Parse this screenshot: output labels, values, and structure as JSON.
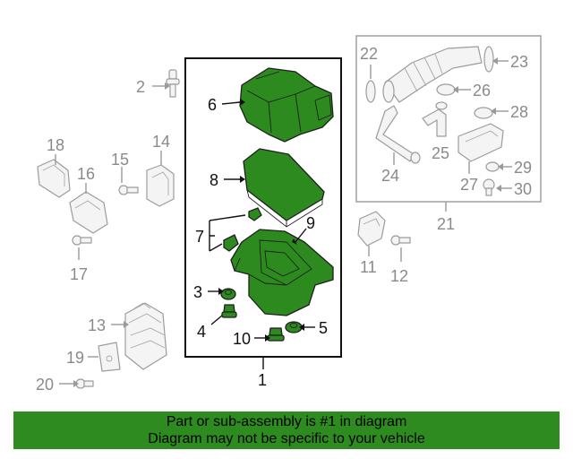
{
  "colors": {
    "highlight": "#2d8a1e",
    "banner": "#2e8b1f",
    "muted_line": "#9a9a9a",
    "muted_text": "#8a8a8a",
    "box_border": "#111111",
    "muted_box": "#a0a0a0"
  },
  "callouts": {
    "c1": "1",
    "c2": "2",
    "c3": "3",
    "c4": "4",
    "c5": "5",
    "c6": "6",
    "c7": "7",
    "c8": "8",
    "c9": "9",
    "c10": "10",
    "c11": "11",
    "c12": "12",
    "c13": "13",
    "c14": "14",
    "c15": "15",
    "c16": "16",
    "c17": "17",
    "c18": "18",
    "c19": "19",
    "c20": "20",
    "c21": "21",
    "c22": "22",
    "c23": "23",
    "c24": "24",
    "c25": "25",
    "c26": "26",
    "c27": "27",
    "c28": "28",
    "c29": "29",
    "c30": "30"
  },
  "banner": {
    "line1": "Part or sub-assembly is #1 in diagram",
    "line2": "Diagram may not be specific to your vehicle"
  }
}
